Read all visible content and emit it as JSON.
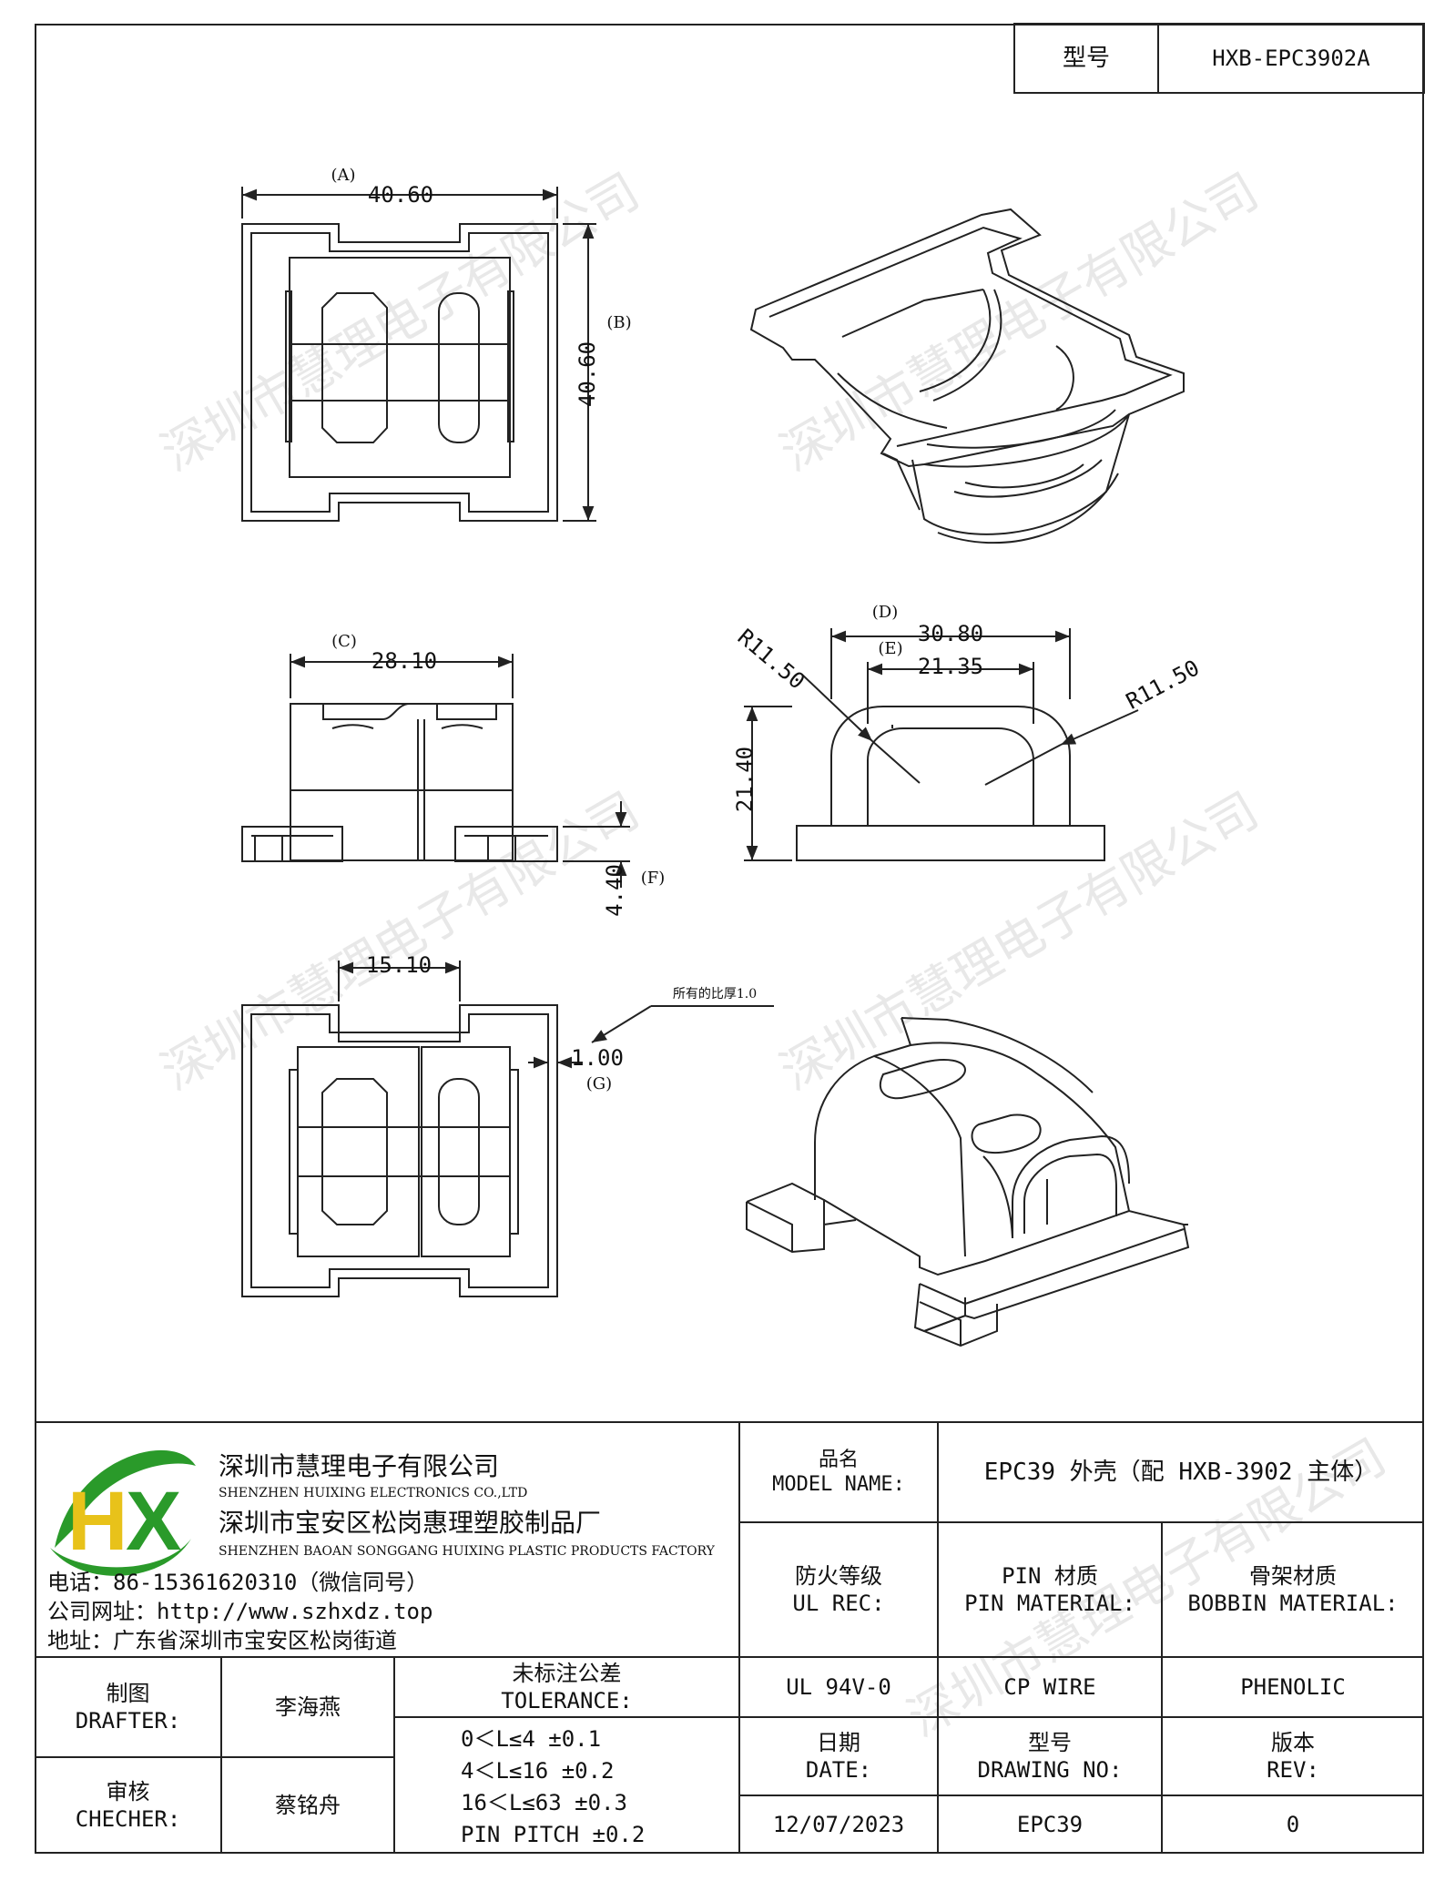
{
  "header": {
    "label": "型号",
    "value": "HXB-EPC3902A"
  },
  "dimensions": {
    "top_view": {
      "a_label": "(A)",
      "a_value": "40.60",
      "b_label": "(B)",
      "b_value": "40.60"
    },
    "side_view": {
      "c_label": "(C)",
      "c_value": "28.10",
      "f_label": "(F)",
      "f_value": "4.40"
    },
    "front_view": {
      "d_label": "(D)",
      "d_value": "30.80",
      "e_label": "(E)",
      "e_value": "21.35",
      "radius_left": "R11.50",
      "radius_right": "R11.50",
      "height_value": "21.40"
    },
    "bottom_view": {
      "width_value": "15.10",
      "g_label": "(G)",
      "g_value": "1.00",
      "note": "所有的比厚1.0"
    }
  },
  "watermark": "深圳市慧理电子有限公司",
  "company": {
    "name_cn": "深圳市慧理电子有限公司",
    "name_en": "SHENZHEN HUIXING ELECTRONICS CO.,LTD",
    "factory_cn": "深圳市宝安区松岗惠理塑胶制品厂",
    "factory_en": "SHENZHEN BAOAN SONGGANG HUIXING PLASTIC PRODUCTS FACTORY",
    "phone": "电话：86-15361620310（微信同号）",
    "website": "公司网址：http://www.szhxdz.top",
    "address": "地址：广东省深圳市宝安区松岗街道",
    "logo_text": "HX",
    "logo_color_green": "#2a9a2a",
    "logo_color_yellow": "#e8c21a"
  },
  "title_block": {
    "model_name_cn": "品名",
    "model_name_en": "MODEL NAME:",
    "model_name_value": "EPC39 外壳（配 HXB-3902 主体）",
    "fire_cn": "防火等级",
    "fire_en": "UL REC:",
    "pin_cn": "PIN 材质",
    "pin_en": "PIN MATERIAL:",
    "bobbin_cn": "骨架材质",
    "bobbin_en": "BOBBIN MATERIAL:",
    "fire_value": "UL 94V-0",
    "pin_value": "CP WIRE",
    "bobbin_value": "PHENOLIC",
    "date_cn": "日期",
    "date_en": "DATE:",
    "drawing_cn": "型号",
    "drawing_en": "DRAWING NO:",
    "rev_cn": "版本",
    "rev_en": "REV:",
    "date_value": "12/07/2023",
    "drawing_value": "EPC39",
    "rev_value": "0",
    "drafter_cn": "制图",
    "drafter_en": "DRAFTER:",
    "drafter_name": "李海燕",
    "checker_cn": "审核",
    "checker_en": "CHECHER:",
    "checker_name": "蔡铭舟",
    "tolerance_cn": "未标注公差",
    "tolerance_en": "TOLERANCE:",
    "tolerance_lines": [
      "0＜L≤4  ±0.1",
      "4＜L≤16 ±0.2",
      "16＜L≤63 ±0.3",
      "PIN PITCH ±0.2"
    ]
  }
}
